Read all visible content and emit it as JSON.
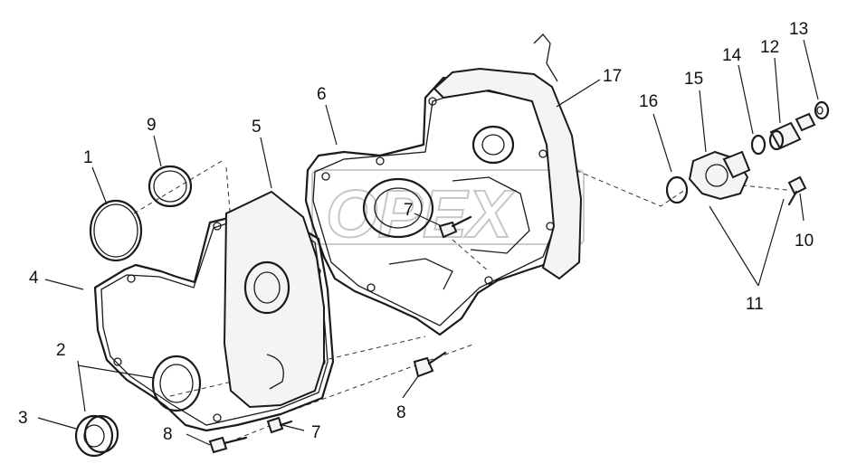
{
  "diagram": {
    "watermark": "OPEX",
    "callouts": [
      {
        "id": "c1",
        "text": "1"
      },
      {
        "id": "c2",
        "text": "2"
      },
      {
        "id": "c3",
        "text": "3"
      },
      {
        "id": "c4",
        "text": "4"
      },
      {
        "id": "c5",
        "text": "5"
      },
      {
        "id": "c6",
        "text": "6"
      },
      {
        "id": "c7a",
        "text": "7"
      },
      {
        "id": "c7b",
        "text": "7"
      },
      {
        "id": "c8a",
        "text": "8"
      },
      {
        "id": "c8b",
        "text": "8"
      },
      {
        "id": "c9",
        "text": "9"
      },
      {
        "id": "c10",
        "text": "10"
      },
      {
        "id": "c11",
        "text": "11"
      },
      {
        "id": "c12",
        "text": "12"
      },
      {
        "id": "c13",
        "text": "13"
      },
      {
        "id": "c14",
        "text": "14"
      },
      {
        "id": "c15",
        "text": "15"
      },
      {
        "id": "c16",
        "text": "16"
      },
      {
        "id": "c17",
        "text": "17"
      }
    ]
  }
}
